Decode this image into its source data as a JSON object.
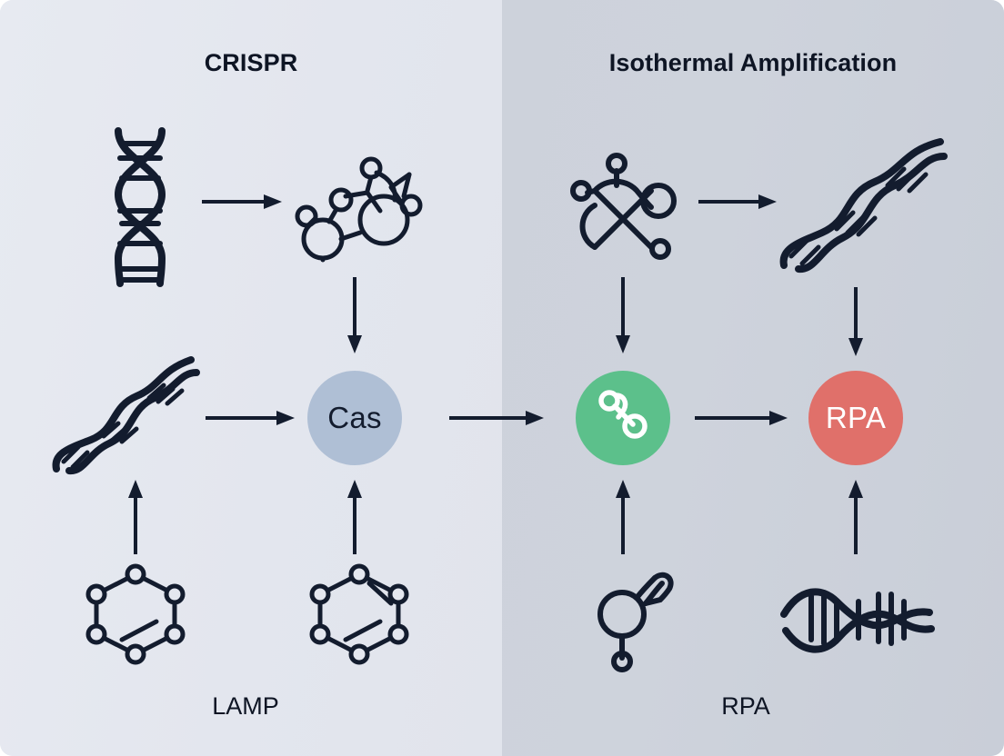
{
  "diagram": {
    "title_left": "CRISPR",
    "title_right": "Isothermal Amplification",
    "footer_left": "LAMP",
    "footer_right": "RPA",
    "panels": [
      {
        "name": "crispr-panel",
        "label": "CRISPR",
        "footer": "LAMP",
        "background": "#e4e7ef"
      },
      {
        "name": "isothermal-panel",
        "label": "Isothermal Amplification",
        "footer": "RPA",
        "background": "#ccd1da"
      }
    ],
    "nodes": [
      {
        "id": "cas",
        "label": "Cas",
        "color": "#afbfd5",
        "text_color": "#131c2e",
        "icon": null
      },
      {
        "id": "lamp",
        "label": "",
        "color": "#5cc08b",
        "text_color": "#ffffff",
        "icon": "nucleotide-bond-icon"
      },
      {
        "id": "rpa",
        "label": "RPA",
        "color": "#e0706a",
        "text_color": "#ffffff",
        "icon": null
      }
    ],
    "icons": [
      {
        "id": "dna-vertical",
        "name": "dna-helix-vertical-icon",
        "panel": "crispr-panel"
      },
      {
        "id": "molecule-cluster",
        "name": "molecule-cluster-icon",
        "panel": "crispr-panel"
      },
      {
        "id": "dna-diagonal-left",
        "name": "dna-helix-diagonal-icon",
        "panel": "crispr-panel"
      },
      {
        "id": "benzene-left",
        "name": "benzene-ring-icon",
        "panel": "crispr-panel"
      },
      {
        "id": "benzene-center",
        "name": "benzene-ring-icon",
        "panel": "crispr-panel"
      },
      {
        "id": "protein-cross",
        "name": "protein-crossloop-icon",
        "panel": "isothermal-panel"
      },
      {
        "id": "dna-diagonal-right",
        "name": "dna-helix-diagonal-icon",
        "panel": "isothermal-panel"
      },
      {
        "id": "molecule-small",
        "name": "molecule-probe-icon",
        "panel": "isothermal-panel"
      },
      {
        "id": "dna-horizontal",
        "name": "dna-helix-horizontal-icon",
        "panel": "isothermal-panel"
      }
    ],
    "arrows": [
      {
        "id": "a1",
        "name": "arrow-dna-to-molecule",
        "from": "dna-vertical",
        "to": "molecule-cluster",
        "direction": "right"
      },
      {
        "id": "a2",
        "name": "arrow-molecule-to-cas",
        "from": "molecule-cluster",
        "to": "cas",
        "direction": "down"
      },
      {
        "id": "a3",
        "name": "arrow-dna-to-cas",
        "from": "dna-diagonal-left",
        "to": "cas",
        "direction": "right"
      },
      {
        "id": "a4",
        "name": "arrow-benzene-to-dna",
        "from": "benzene-left",
        "to": "dna-diagonal-left",
        "direction": "up"
      },
      {
        "id": "a5",
        "name": "arrow-benzene-to-cas",
        "from": "benzene-center",
        "to": "cas",
        "direction": "up"
      },
      {
        "id": "a6",
        "name": "arrow-cas-to-lamp",
        "from": "cas",
        "to": "lamp",
        "direction": "right"
      },
      {
        "id": "a7",
        "name": "arrow-protein-to-dna",
        "from": "protein-cross",
        "to": "dna-diagonal-right",
        "direction": "right"
      },
      {
        "id": "a8",
        "name": "arrow-protein-to-lamp",
        "from": "protein-cross",
        "to": "lamp",
        "direction": "down"
      },
      {
        "id": "a9",
        "name": "arrow-lamp-to-rpa",
        "from": "lamp",
        "to": "rpa",
        "direction": "right"
      },
      {
        "id": "a10",
        "name": "arrow-dna-to-rpa",
        "from": "dna-diagonal-right",
        "to": "rpa",
        "direction": "down"
      },
      {
        "id": "a11",
        "name": "arrow-molecule-to-lamp",
        "from": "molecule-small",
        "to": "lamp",
        "direction": "up"
      },
      {
        "id": "a12",
        "name": "arrow-dnahoriz-to-rpa",
        "from": "dna-horizontal",
        "to": "rpa",
        "direction": "up"
      }
    ],
    "colors": {
      "ink": "#131c2e",
      "panel_left": "#e4e7ef",
      "panel_right": "#ccd1da",
      "cas_node": "#afbfd5",
      "lamp_node": "#5cc08b",
      "rpa_node": "#e0706a"
    }
  }
}
